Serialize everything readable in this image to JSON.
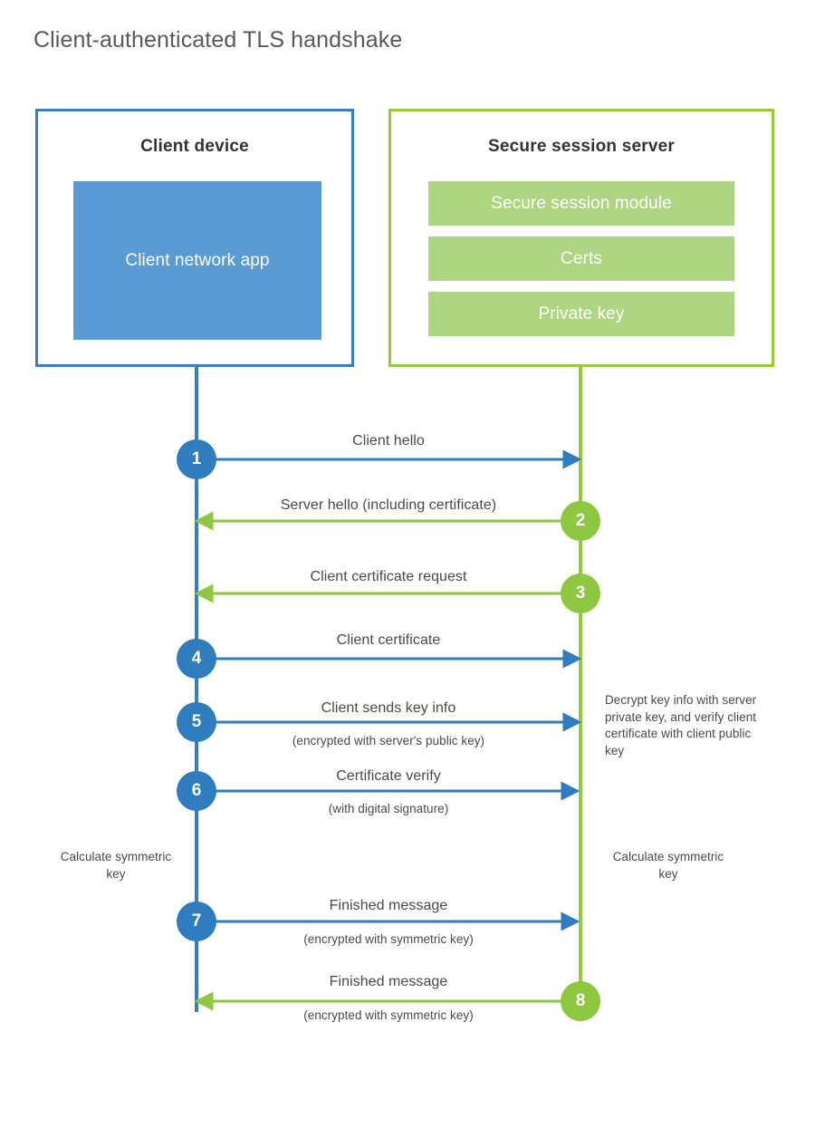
{
  "title": "Client-authenticated TLS handshake",
  "colors": {
    "client_accent": "#3B7DBF",
    "client_circle": "#2F7CBF",
    "client_app_fill": "#5B9BD5",
    "server_accent": "#97C93D",
    "server_circle": "#8FC740",
    "server_block_fill": "#AED581",
    "text": "#4a4a4a",
    "title_text": "#595959",
    "background": "#ffffff"
  },
  "actors": {
    "client": {
      "title": "Client device",
      "inner_block": "Client network app"
    },
    "server": {
      "title": "Secure session server",
      "blocks": [
        "Secure session module",
        "Certs",
        "Private key"
      ]
    }
  },
  "steps": [
    {
      "number": "1",
      "label": "Client hello",
      "sub": "",
      "direction": "client-to-server",
      "color": "blue"
    },
    {
      "number": "2",
      "label": "Server hello (including certificate)",
      "sub": "",
      "direction": "server-to-client",
      "color": "green"
    },
    {
      "number": "3",
      "label": "Client certificate request",
      "sub": "",
      "direction": "server-to-client",
      "color": "green"
    },
    {
      "number": "4",
      "label": "Client certificate",
      "sub": "",
      "direction": "client-to-server",
      "color": "blue"
    },
    {
      "number": "5",
      "label": "Client sends key info",
      "sub": "(encrypted with server's public key)",
      "direction": "client-to-server",
      "color": "blue"
    },
    {
      "number": "6",
      "label": "Certificate verify",
      "sub": "(with digital signature)",
      "direction": "client-to-server",
      "color": "blue"
    },
    {
      "number": "7",
      "label": "Finished message",
      "sub": "(encrypted with symmetric key)",
      "direction": "client-to-server",
      "color": "blue"
    },
    {
      "number": "8",
      "label": "Finished message",
      "sub": "(encrypted with symmetric key)",
      "direction": "server-to-client",
      "color": "green"
    }
  ],
  "annotations": {
    "server_decrypt": "Decrypt key info with server private key, and verify client certificate with client public key",
    "client_calculate": "Calculate symmetric key",
    "server_calculate": "Calculate symmetric key"
  }
}
